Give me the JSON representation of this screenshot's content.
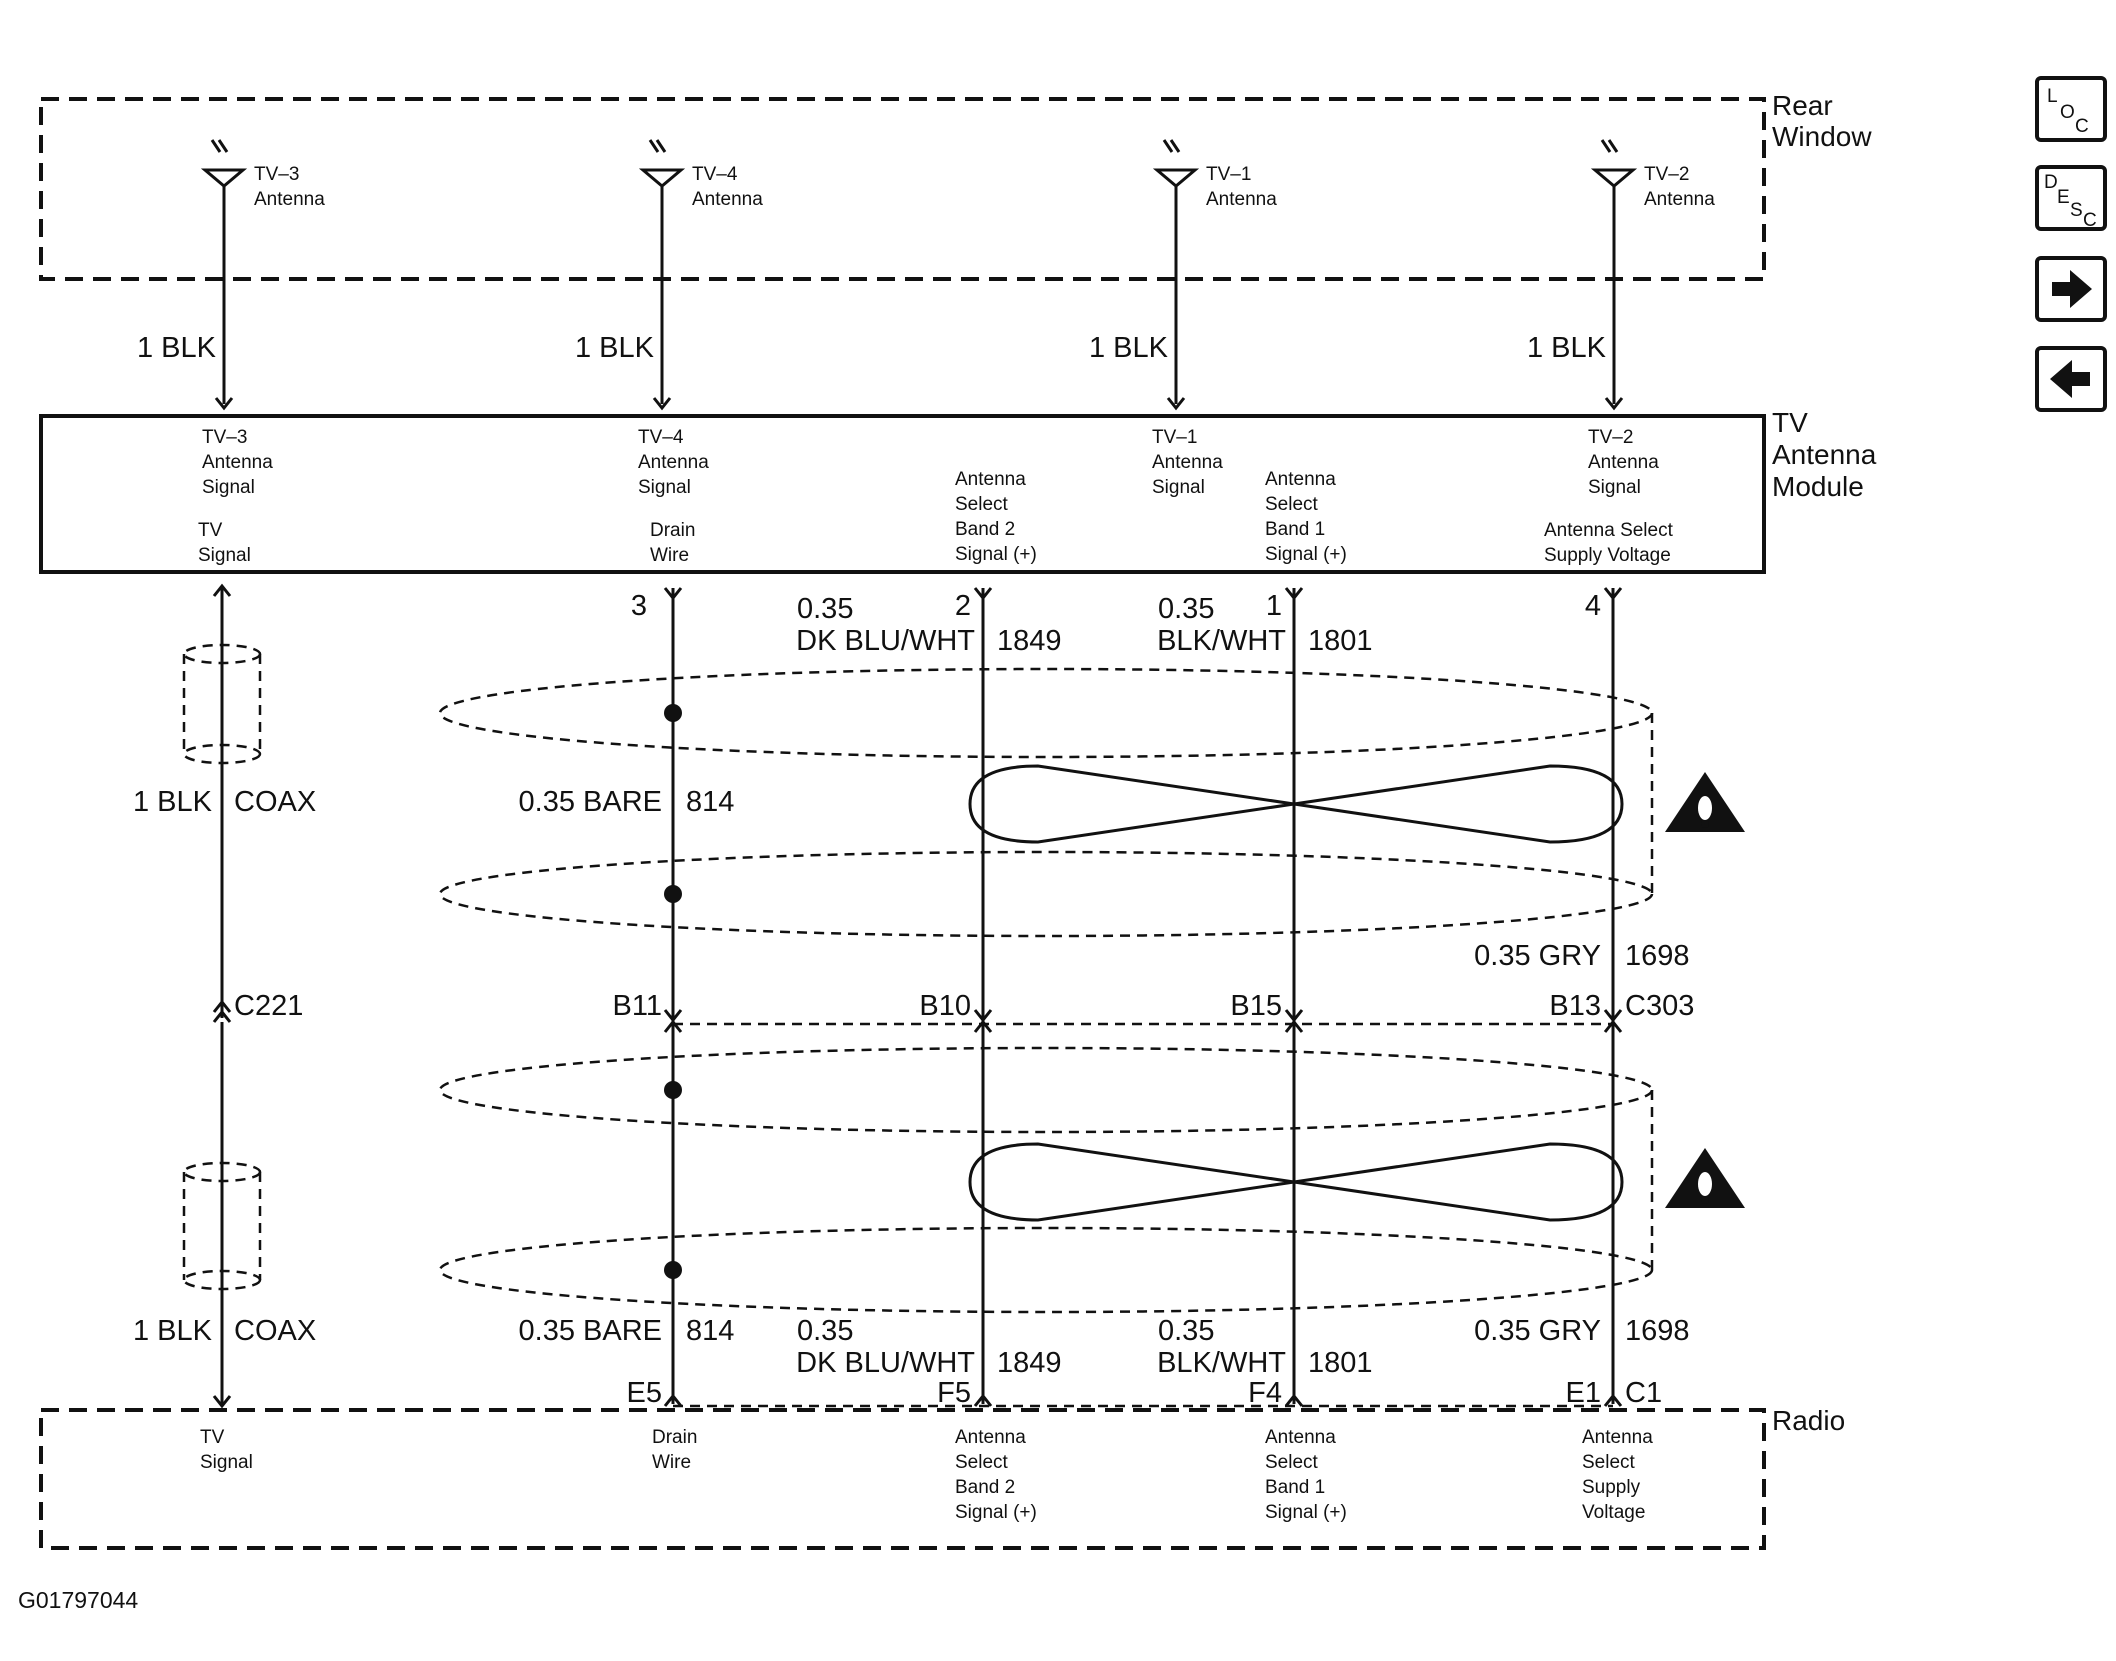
{
  "regions": {
    "rear_window": [
      "Rear",
      "Window"
    ],
    "module": [
      "TV",
      "Antenna",
      "Module"
    ],
    "radio": [
      "Radio"
    ]
  },
  "antennas": [
    {
      "name": "TV–3",
      "label": "Antenna",
      "wire": "1 BLK"
    },
    {
      "name": "TV–4",
      "label": "Antenna",
      "wire": "1 BLK"
    },
    {
      "name": "TV–1",
      "label": "Antenna",
      "wire": "1 BLK"
    },
    {
      "name": "TV–2",
      "label": "Antenna",
      "wire": "1 BLK"
    }
  ],
  "module_top_labels": [
    [
      "TV–3",
      "Antenna",
      "Signal"
    ],
    [
      "TV–4",
      "Antenna",
      "Signal"
    ],
    [
      "TV–1",
      "Antenna",
      "Signal"
    ],
    [
      "TV–2",
      "Antenna",
      "Signal"
    ]
  ],
  "module_bottom_labels": [
    [
      "TV",
      "Signal"
    ],
    [
      "Drain",
      "Wire"
    ],
    [
      "Antenna",
      "Select",
      "Band 2",
      "Signal (+)"
    ],
    [
      "Antenna",
      "Select",
      "Band 1",
      "Signal (+)"
    ],
    [
      "Antenna Select",
      "Supply Voltage"
    ]
  ],
  "module_pins": [
    "3",
    "2",
    "1",
    "4"
  ],
  "upper_wires": {
    "band2": {
      "gauge": "0.35",
      "color": "DK BLU/WHT",
      "circuit": "1849"
    },
    "band1": {
      "gauge": "0.35",
      "color": "BLK/WHT",
      "circuit": "1801"
    },
    "coax": {
      "spec": "1 BLK",
      "type": "COAX"
    },
    "drain": {
      "spec": "0.35 BARE",
      "circuit": "814"
    },
    "supply": {
      "spec": "0.35 GRY",
      "circuit": "1698"
    }
  },
  "connectors": {
    "c221": "C221",
    "c303": "C303",
    "pins": [
      "B11",
      "B10",
      "B15",
      "B13"
    ]
  },
  "lower_wires": {
    "coax": {
      "spec": "1 BLK",
      "type": "COAX"
    },
    "drain": {
      "spec": "0.35 BARE",
      "circuit": "814"
    },
    "band2": {
      "gauge": "0.35",
      "color": "DK BLU/WHT",
      "circuit": "1849"
    },
    "band1": {
      "gauge": "0.35",
      "color": "BLK/WHT",
      "circuit": "1801"
    },
    "supply": {
      "spec": "0.35 GRY",
      "circuit": "1698"
    }
  },
  "radio_pins": [
    "E5",
    "F5",
    "F4",
    "E1",
    "C1"
  ],
  "radio_labels": [
    [
      "TV",
      "Signal"
    ],
    [
      "Drain",
      "Wire"
    ],
    [
      "Antenna",
      "Select",
      "Band 2",
      "Signal (+)"
    ],
    [
      "Antenna",
      "Select",
      "Band 1",
      "Signal (+)"
    ],
    [
      "Antenna",
      "Select",
      "Supply",
      "Voltage"
    ]
  ],
  "figure_id": "G01797044",
  "nav": {
    "loc": [
      "L",
      "O",
      "C"
    ],
    "desc": [
      "D",
      "E",
      "S",
      "C"
    ],
    "forward_icon": "arrow-right-icon",
    "back_icon": "arrow-left-icon"
  },
  "icons": {
    "caution": "warning-triangle-icon"
  }
}
